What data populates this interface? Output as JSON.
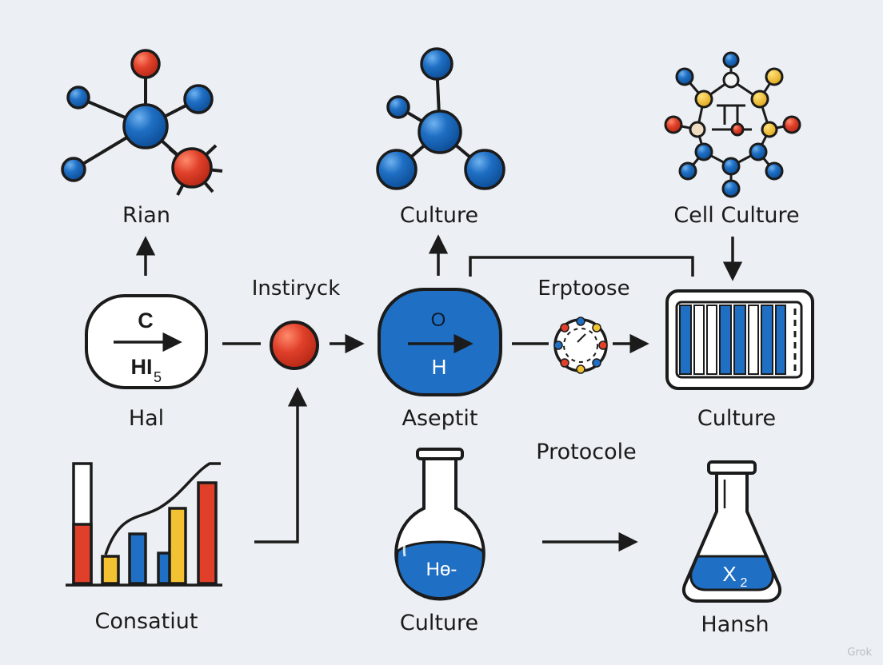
{
  "labels": {
    "rian": "Rian",
    "culture_top": "Culture",
    "cell_culture": "Cell Culture",
    "instiryck": "Instiryck",
    "erptoose": "Erptoose",
    "hal": "Hal",
    "aseptit": "Aseptit",
    "culture_right": "Culture",
    "protocole": "Protocole",
    "consatiut": "Consatiut",
    "culture_bottom": "Culture",
    "hansh": "Hansh"
  },
  "node_text": {
    "hal_top": "C",
    "hal_bottom": "HI",
    "hal_subscript": "5",
    "aseptit_top": "O",
    "aseptit_bottom": "H",
    "flask_liquid": "Hɵ-",
    "erlenmeyer_liquid": "X",
    "erlenmeyer_subscript": "2"
  },
  "watermark": "Grok",
  "colors": {
    "blue": "#1f6fc4",
    "red": "#e0402a",
    "yellow": "#f2c232",
    "stroke": "#1b1b1b",
    "background": "#eceff3"
  },
  "icons": {
    "rian": "molecule-icon",
    "culture_top": "molecule-icon",
    "cell_culture": "molecule-network-icon",
    "instiryck": "red-atom-icon",
    "erptoose": "ring-molecule-icon",
    "culture_right": "cell-culture-plate-icon",
    "consatiut": "bar-chart-icon",
    "culture_bottom": "round-flask-icon",
    "hansh": "erlenmeyer-flask-icon"
  }
}
